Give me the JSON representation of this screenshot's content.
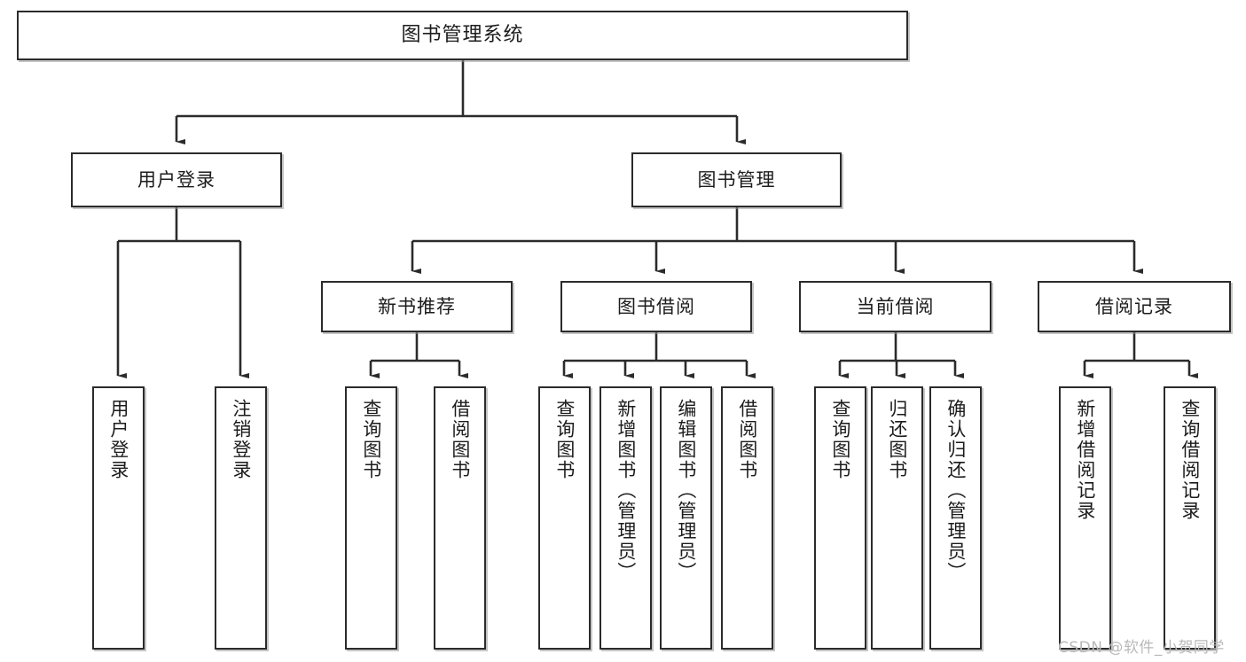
{
  "diagram": {
    "title": "图书管理系统",
    "type": "function-structure-tree",
    "colors": {
      "background": "#ffffff",
      "box_border": "#2b2b2b",
      "box_fill": "#ffffff",
      "text": "#1c1c1c",
      "connector": "#2b2b2b",
      "watermark": "#b9b9b9"
    },
    "levels": [
      {
        "level": 1,
        "nodes": [
          {
            "id": "root",
            "label": "图书管理系统",
            "orientation": "horizontal"
          }
        ]
      },
      {
        "level": 2,
        "nodes": [
          {
            "id": "user-login",
            "label": "用户登录",
            "orientation": "horizontal",
            "parent": "root"
          },
          {
            "id": "book-manage",
            "label": "图书管理",
            "orientation": "horizontal",
            "parent": "root"
          }
        ]
      },
      {
        "level": 3,
        "nodes": [
          {
            "id": "new-book-recommend",
            "label": "新书推荐",
            "orientation": "horizontal",
            "parent": "book-manage"
          },
          {
            "id": "book-borrow",
            "label": "图书借阅",
            "orientation": "horizontal",
            "parent": "book-manage"
          },
          {
            "id": "current-borrow",
            "label": "当前借阅",
            "orientation": "horizontal",
            "parent": "book-manage"
          },
          {
            "id": "borrow-record",
            "label": "借阅记录",
            "orientation": "horizontal",
            "parent": "book-manage"
          }
        ]
      },
      {
        "level": 4,
        "nodes": [
          {
            "id": "leaf-user-login",
            "label": "用户登录",
            "orientation": "vertical",
            "parent": "user-login"
          },
          {
            "id": "leaf-logout",
            "label": "注销登录",
            "orientation": "vertical",
            "parent": "user-login"
          },
          {
            "id": "leaf-query-book-1",
            "label": "查询图书",
            "orientation": "vertical",
            "parent": "new-book-recommend"
          },
          {
            "id": "leaf-borrow-book-1",
            "label": "借阅图书",
            "orientation": "vertical",
            "parent": "new-book-recommend"
          },
          {
            "id": "leaf-query-book-2",
            "label": "查询图书",
            "orientation": "vertical",
            "parent": "book-borrow"
          },
          {
            "id": "leaf-add-book",
            "label": "新增图书（管理员）",
            "orientation": "vertical",
            "parent": "book-borrow"
          },
          {
            "id": "leaf-edit-book",
            "label": "编辑图书（管理员）",
            "orientation": "vertical",
            "parent": "book-borrow"
          },
          {
            "id": "leaf-borrow-book-2",
            "label": "借阅图书",
            "orientation": "vertical",
            "parent": "book-borrow"
          },
          {
            "id": "leaf-query-book-3",
            "label": "查询图书",
            "orientation": "vertical",
            "parent": "current-borrow"
          },
          {
            "id": "leaf-return-book",
            "label": "归还图书",
            "orientation": "vertical",
            "parent": "current-borrow"
          },
          {
            "id": "leaf-confirm-return",
            "label": "确认归还（管理员）",
            "orientation": "vertical",
            "parent": "current-borrow"
          },
          {
            "id": "leaf-add-record",
            "label": "新增借阅记录",
            "orientation": "vertical",
            "parent": "borrow-record"
          },
          {
            "id": "leaf-query-record",
            "label": "查询借阅记录",
            "orientation": "vertical",
            "parent": "borrow-record"
          }
        ]
      }
    ]
  },
  "watermark": {
    "text": "CSDN @软件_小贺同学"
  }
}
